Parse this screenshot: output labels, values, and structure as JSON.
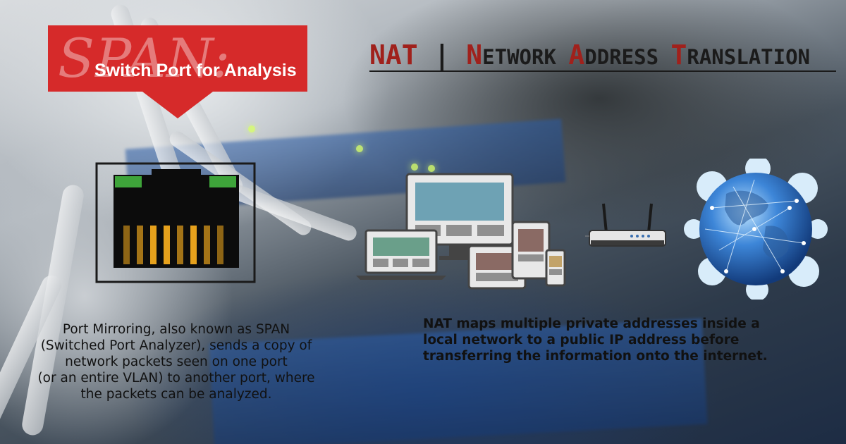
{
  "span_banner": {
    "big_text": "SPAN:",
    "subtitle": "Switch Port for Analysis",
    "color": "#d62a2a"
  },
  "nat_title": {
    "part1": "NAT",
    "separator": " | ",
    "n_letter": "N",
    "etwork": "ETWORK ",
    "a_letter": "A",
    "ddress": "DDRESS ",
    "t_letter": "T",
    "ranslation": "RANSLATION",
    "accent_color": "#a0211c"
  },
  "span_caption": {
    "lines": [
      "Port Mirroring, also known as SPAN",
      "(Switched Port Analyzer), sends a copy of",
      "network packets seen on one port",
      "(or an entire VLAN) to another port, where",
      "the packets can be analyzed."
    ]
  },
  "nat_caption": {
    "lines": [
      "NAT maps multiple private addresses inside a",
      "local network to a public IP address before",
      "transferring the information onto the internet."
    ]
  },
  "icons": {
    "port": "ethernet-port-icon",
    "devices": "devices-icon",
    "router": "router-icon",
    "globe": "globe-icon"
  }
}
